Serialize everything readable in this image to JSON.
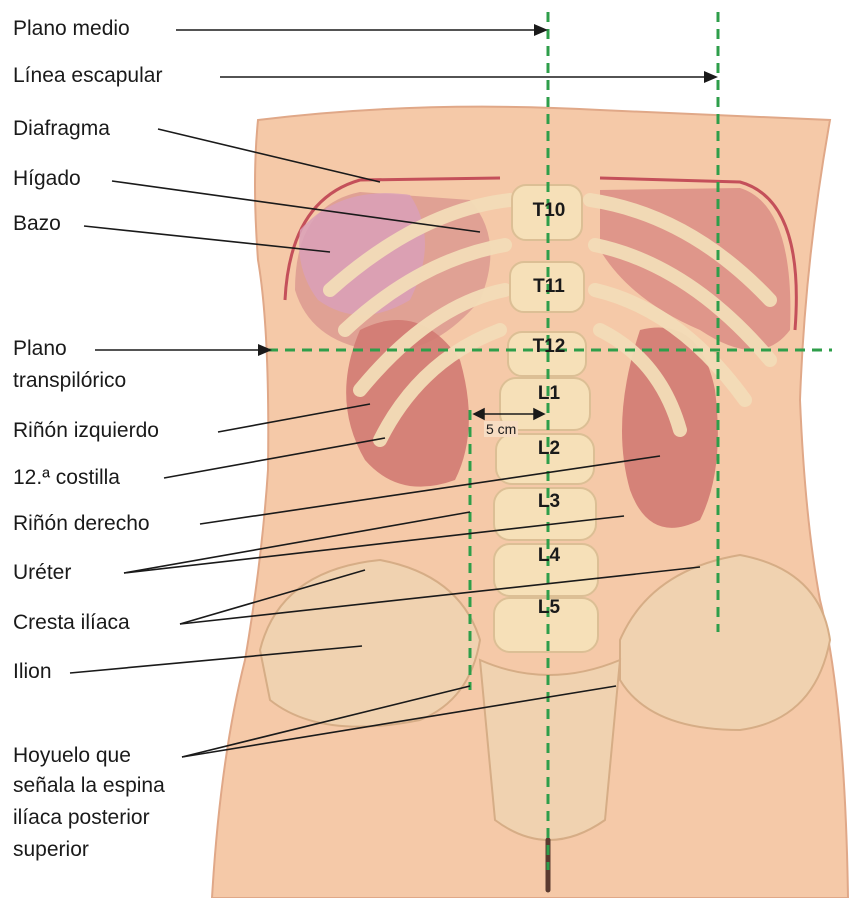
{
  "labels": {
    "plano_medio": "Plano medio",
    "linea_escapular": "Línea escapular",
    "diafragma": "Diafragma",
    "higado": "Hígado",
    "bazo": "Bazo",
    "plano_transpilorico_1": "Plano",
    "plano_transpilorico_2": "transpilórico",
    "rinon_izquierdo": "Riñón izquierdo",
    "costilla_12": "12.ª costilla",
    "rinon_derecho": "Riñón derecho",
    "ureter": "Uréter",
    "cresta_iliaca": "Cresta ilíaca",
    "ilion": "Ilion",
    "hoyuelo_1": "Hoyuelo que",
    "hoyuelo_2": "señala la espina",
    "hoyuelo_3": "ilíaca posterior",
    "hoyuelo_4": "superior"
  },
  "vertebrae": {
    "t10": "T10",
    "t11": "T11",
    "t12": "T12",
    "l1": "L1",
    "l2": "L2",
    "l3": "L3",
    "l4": "L4",
    "l5": "L5"
  },
  "measurement": "5 cm",
  "colors": {
    "skin": "#f5c9a8",
    "bone": "#f6e0b8",
    "organ": "#d98a82",
    "spleen": "#d9a0b8",
    "guide_line": "#2e9e4a",
    "leader": "#1a1a1a"
  }
}
